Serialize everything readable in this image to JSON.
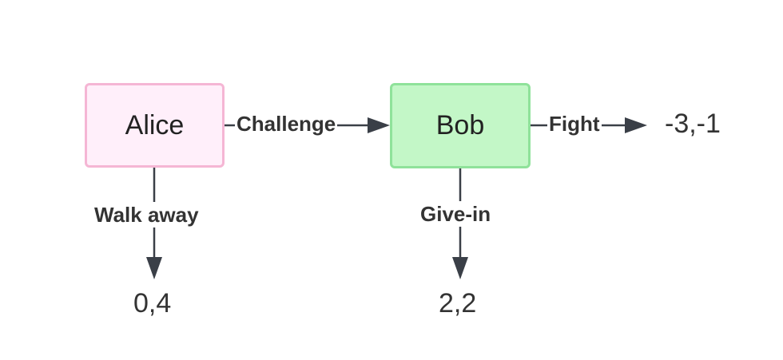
{
  "nodes": {
    "alice": "Alice",
    "bob": "Bob"
  },
  "edges": {
    "challenge": "Challenge",
    "fight": "Fight",
    "walk_away": "Walk away",
    "give_in": "Give-in"
  },
  "payoffs": {
    "fight": "-3,-1",
    "walk_away": "0,4",
    "give_in": "2,2"
  },
  "colors": {
    "alice_fill": "#ffeffa",
    "alice_border": "#f5b6d4",
    "bob_fill": "#c3f7c7",
    "bob_border": "#8fe29a",
    "edge": "#3a3f47"
  }
}
